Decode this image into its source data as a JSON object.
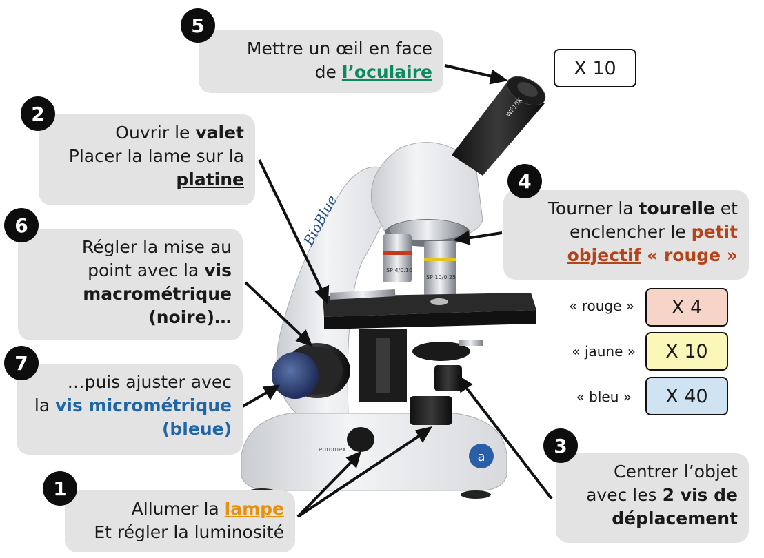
{
  "colors": {
    "callout_bg": "#e3e3e3",
    "green": "#0f8a5f",
    "orange": "#e8910c",
    "blue": "#1f66a8",
    "brown": "#b5431a",
    "rouge_fill": "#f6d4c8",
    "jaune_fill": "#fbf7b8",
    "bleu_fill": "#cfe3f3"
  },
  "steps": [
    {
      "num": "1",
      "lines": [
        "Allumer la ",
        "lampe",
        "Et régler la luminosité"
      ]
    },
    {
      "num": "2",
      "lines": [
        "Ouvrir le ",
        "valet",
        "Placer la lame sur la",
        "platine"
      ]
    },
    {
      "num": "3",
      "lines": [
        "Centrer l’objet",
        "avec les ",
        "2 vis de",
        "déplacement"
      ]
    },
    {
      "num": "4",
      "lines": [
        "Tourner la ",
        "tourelle",
        " et",
        "enclencher le ",
        "petit",
        "objectif",
        " « rouge »"
      ]
    },
    {
      "num": "5",
      "lines": [
        "Mettre un œil en face",
        "de ",
        "l’oculaire"
      ]
    },
    {
      "num": "6",
      "lines": [
        "Régler la mise au",
        "point avec la ",
        "vis",
        "macrométrique",
        "(noire)…"
      ]
    },
    {
      "num": "7",
      "lines": [
        "…puis ajuster avec",
        "la ",
        "vis micrométrique",
        "(bleue)"
      ]
    }
  ],
  "eyepiece_mag": "X 10",
  "objectives": [
    {
      "label": "« rouge »",
      "mag": "X 4"
    },
    {
      "label": "« jaune »",
      "mag": "X 10"
    },
    {
      "label": "« bleu »",
      "mag": "X 40"
    }
  ],
  "microscope_text": {
    "brand": "BioBlue",
    "eyepiece": "WF10X",
    "obj1": "SP 4/0.10",
    "obj2": "SP 10/0.25",
    "maker": "euromex"
  }
}
